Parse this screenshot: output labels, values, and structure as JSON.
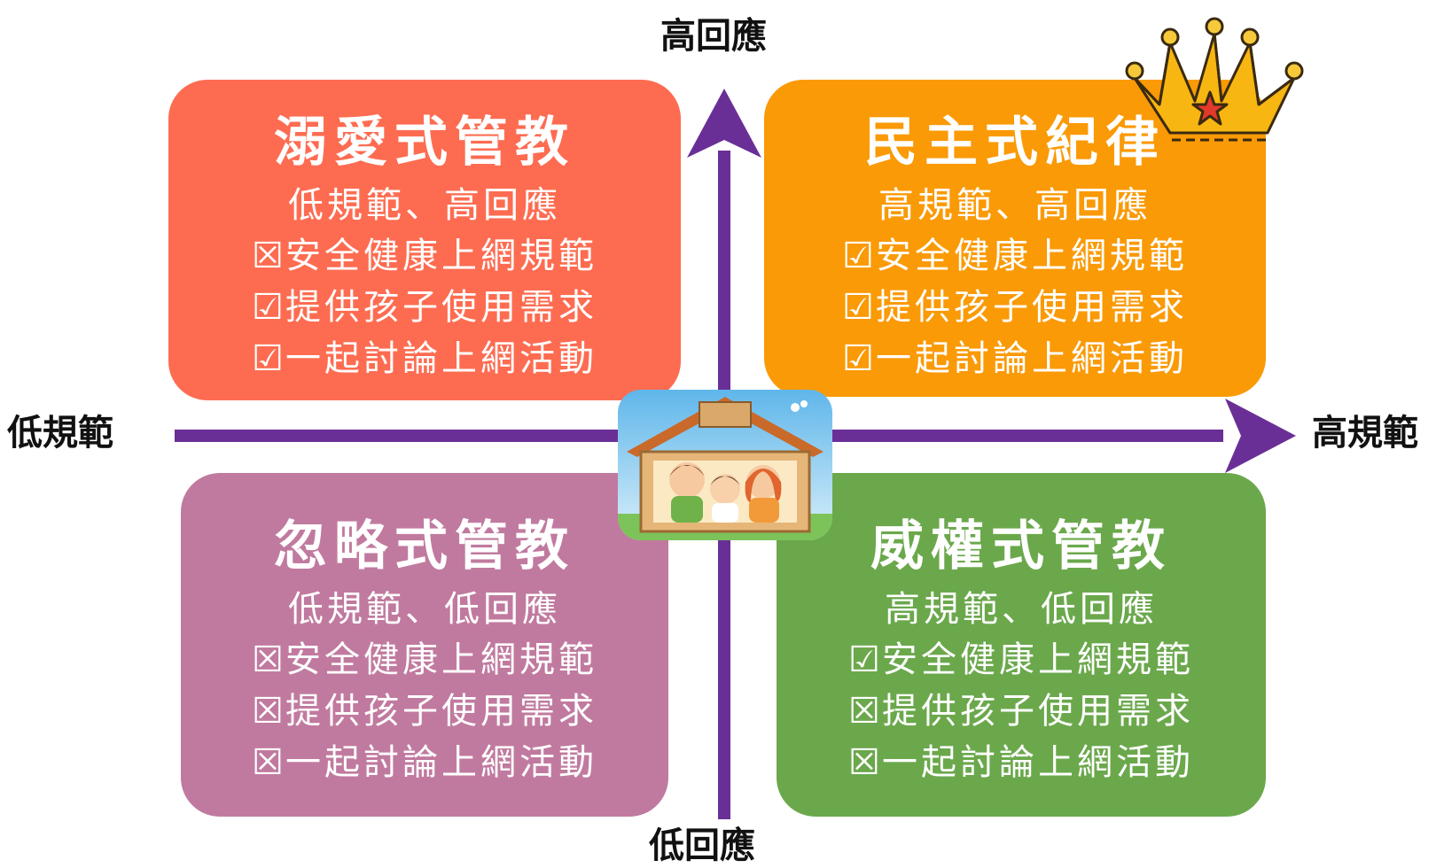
{
  "axes": {
    "top_label": "高回應",
    "bottom_label": "低回應",
    "left_label": "低規範",
    "right_label": "高規範",
    "axis_color": "#6a2f97"
  },
  "quadrants": {
    "top_left": {
      "title": "溺愛式管教",
      "subtitle": "低規範、高回應",
      "color": "#fd6c51",
      "items": [
        {
          "mark": "☒",
          "text": "安全健康上網規範"
        },
        {
          "mark": "☑",
          "text": "提供孩子使用需求"
        },
        {
          "mark": "☑",
          "text": "一起討論上網活動"
        }
      ]
    },
    "top_right": {
      "title": "民主式紀律",
      "subtitle": "高規範、高回應",
      "color": "#fa9a06",
      "items": [
        {
          "mark": "☑",
          "text": "安全健康上網規範"
        },
        {
          "mark": "☑",
          "text": "提供孩子使用需求"
        },
        {
          "mark": "☑",
          "text": "一起討論上網活動"
        }
      ]
    },
    "bottom_left": {
      "title": "忽略式管教",
      "subtitle": "低規範、低回應",
      "color": "#c17a9f",
      "items": [
        {
          "mark": "☒",
          "text": "安全健康上網規範"
        },
        {
          "mark": "☒",
          "text": "提供孩子使用需求"
        },
        {
          "mark": "☒",
          "text": "一起討論上網活動"
        }
      ]
    },
    "bottom_right": {
      "title": "威權式管教",
      "subtitle": "高規範、低回應",
      "color": "#6ba84c",
      "items": [
        {
          "mark": "☑",
          "text": "安全健康上網規範"
        },
        {
          "mark": "☒",
          "text": "提供孩子使用需求"
        },
        {
          "mark": "☒",
          "text": "一起討論上網活動"
        }
      ]
    }
  },
  "images": {
    "center": "family-house-illustration",
    "crown": "crown-icon"
  }
}
